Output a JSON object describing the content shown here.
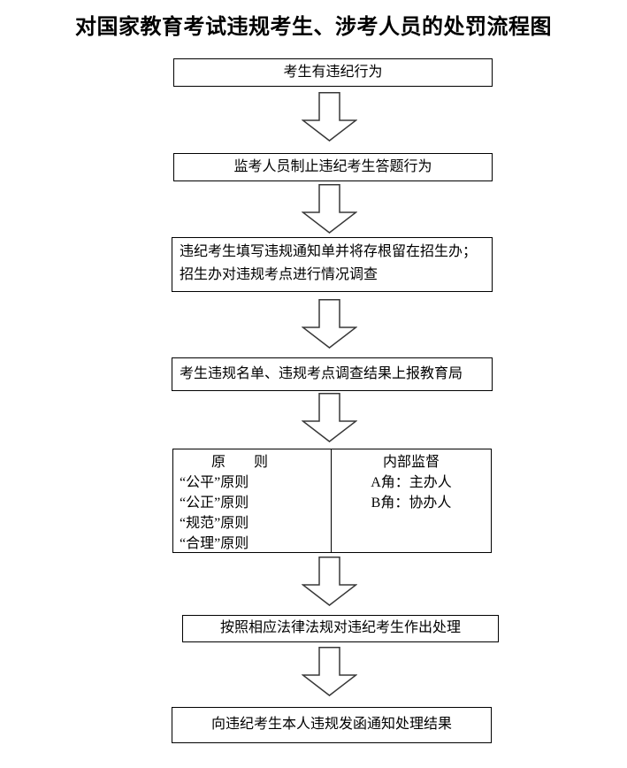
{
  "page": {
    "title": "对国家教育考试违规考生、涉考人员的处罚流程图"
  },
  "colors": {
    "ink": "#000000",
    "background": "#ffffff",
    "arrow_outline": "#383838"
  },
  "icons": {
    "connector": "down-block-arrow"
  },
  "flow": {
    "step1": "考生有违纪行为",
    "step2": "监考人员制止违纪考生答题行为",
    "step3": {
      "line1": "违纪考生填写违规通知单并将存根留在招生办；",
      "line2": "招生办对违规考点进行情况调查"
    },
    "step4": "考生违规名单、违规考点调查结果上报教育局",
    "step5": {
      "principles": {
        "header": "原　　则",
        "items": [
          "“公平”原则",
          "“公正”原则",
          "“规范”原则",
          "“合理”原则"
        ]
      },
      "supervision": {
        "header": "内部监督",
        "items": [
          "A角：主办人",
          "B角：协办人"
        ]
      }
    },
    "step6": "按照相应法律法规对违纪考生作出处理",
    "step7": "向违纪考生本人违规发函通知处理结果"
  }
}
